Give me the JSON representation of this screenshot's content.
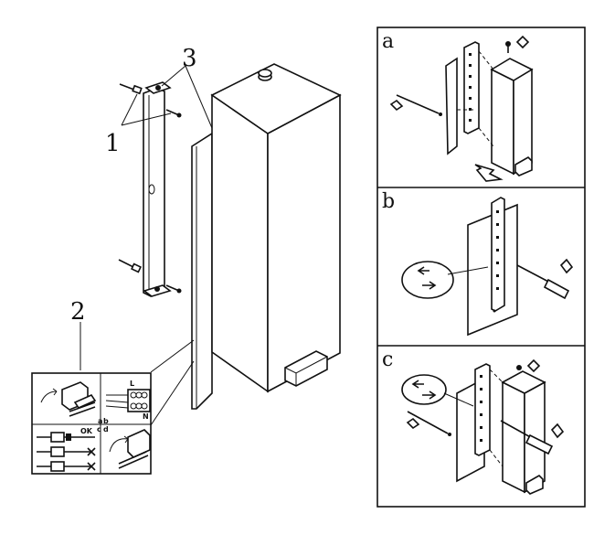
{
  "main_labels": {
    "one": "1",
    "two": "2",
    "three": "3"
  },
  "panels": {
    "a": "a",
    "b": "b",
    "c": "c"
  },
  "inset": {
    "ok": "OK",
    "a": "a",
    "b": "b",
    "c": "c",
    "d": "d",
    "l": "L",
    "n": "N"
  },
  "colors": {
    "line": "#111111",
    "background": "#ffffff"
  }
}
